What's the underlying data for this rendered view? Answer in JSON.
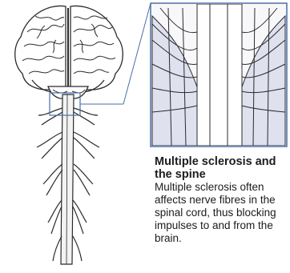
{
  "caption": {
    "title": "Multiple sclerosis and the spine",
    "body": "Multiple sclerosis often affects nerve fibres in the spinal cord, thus blocking impulses to and from the brain."
  },
  "colors": {
    "outline": "#2b2b2b",
    "highlight": "#4a6fa5",
    "nerve_fill": "#dfe1ef",
    "cord_fill": "#f3f3f3"
  },
  "illustration": {
    "brain": "brain-illustration",
    "spinal_cord": "spinal-cord-illustration",
    "magnified_view": "nerve-fibres-closeup"
  }
}
